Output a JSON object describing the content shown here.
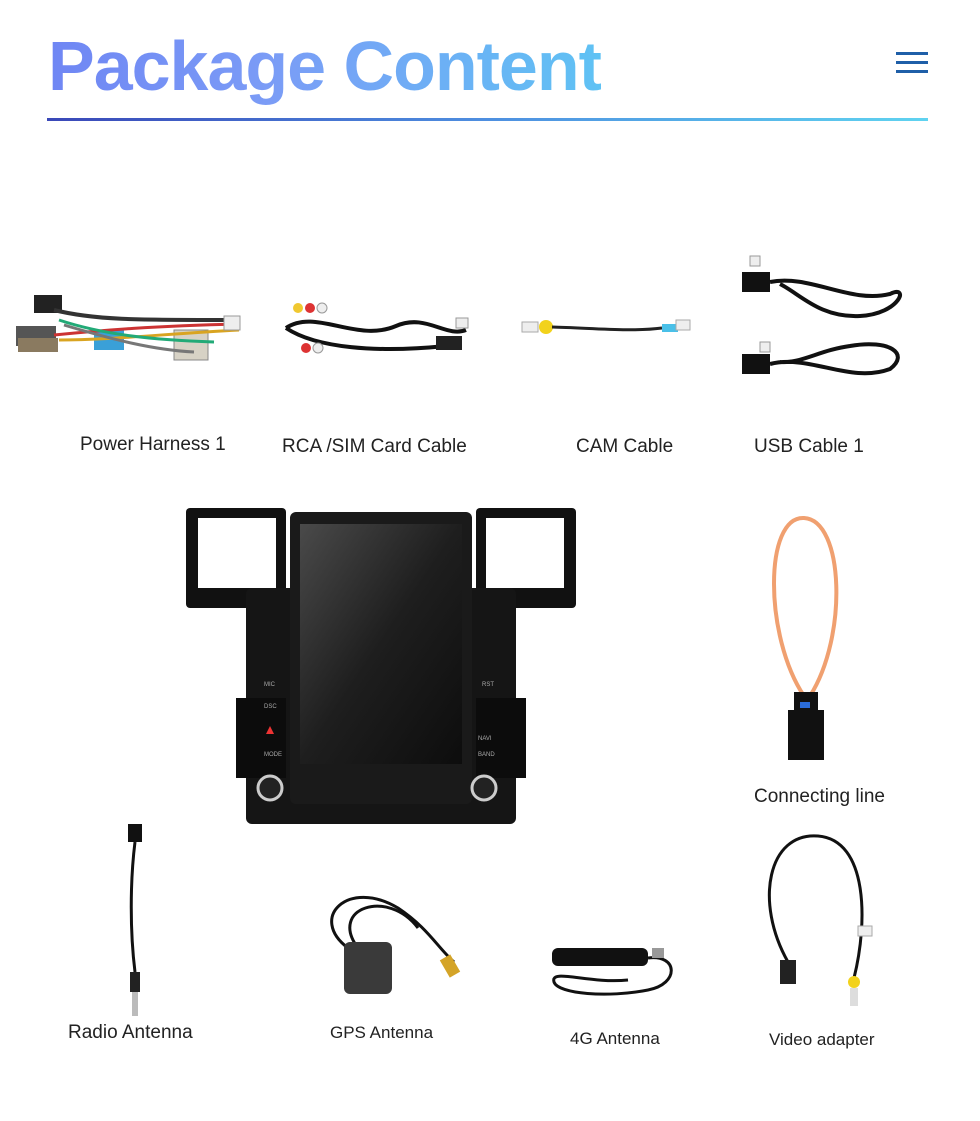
{
  "header": {
    "title": "Package Content",
    "menu_icon": "hamburger-menu-icon"
  },
  "colors": {
    "title_gradient_start": "#6f86f4",
    "title_gradient_end": "#5fc2f4",
    "rule_start": "#3a48b8",
    "rule_end": "#5fd3f0",
    "menu_icon": "#1f5fa8"
  },
  "items": [
    {
      "label": "Power Harness 1"
    },
    {
      "label": "RCA /SIM Card Cable"
    },
    {
      "label": "CAM Cable"
    },
    {
      "label": "USB Cable 1"
    },
    {
      "label": "Connecting line"
    },
    {
      "label": "Radio Antenna"
    },
    {
      "label": "GPS Antenna"
    },
    {
      "label": "4G Antenna"
    },
    {
      "label": "Video adapter"
    }
  ],
  "head_unit": {
    "buttons_left": [
      "MIC",
      "DSC",
      "MODE"
    ],
    "buttons_right": [
      "RST",
      "NAVI",
      "BAND"
    ]
  }
}
